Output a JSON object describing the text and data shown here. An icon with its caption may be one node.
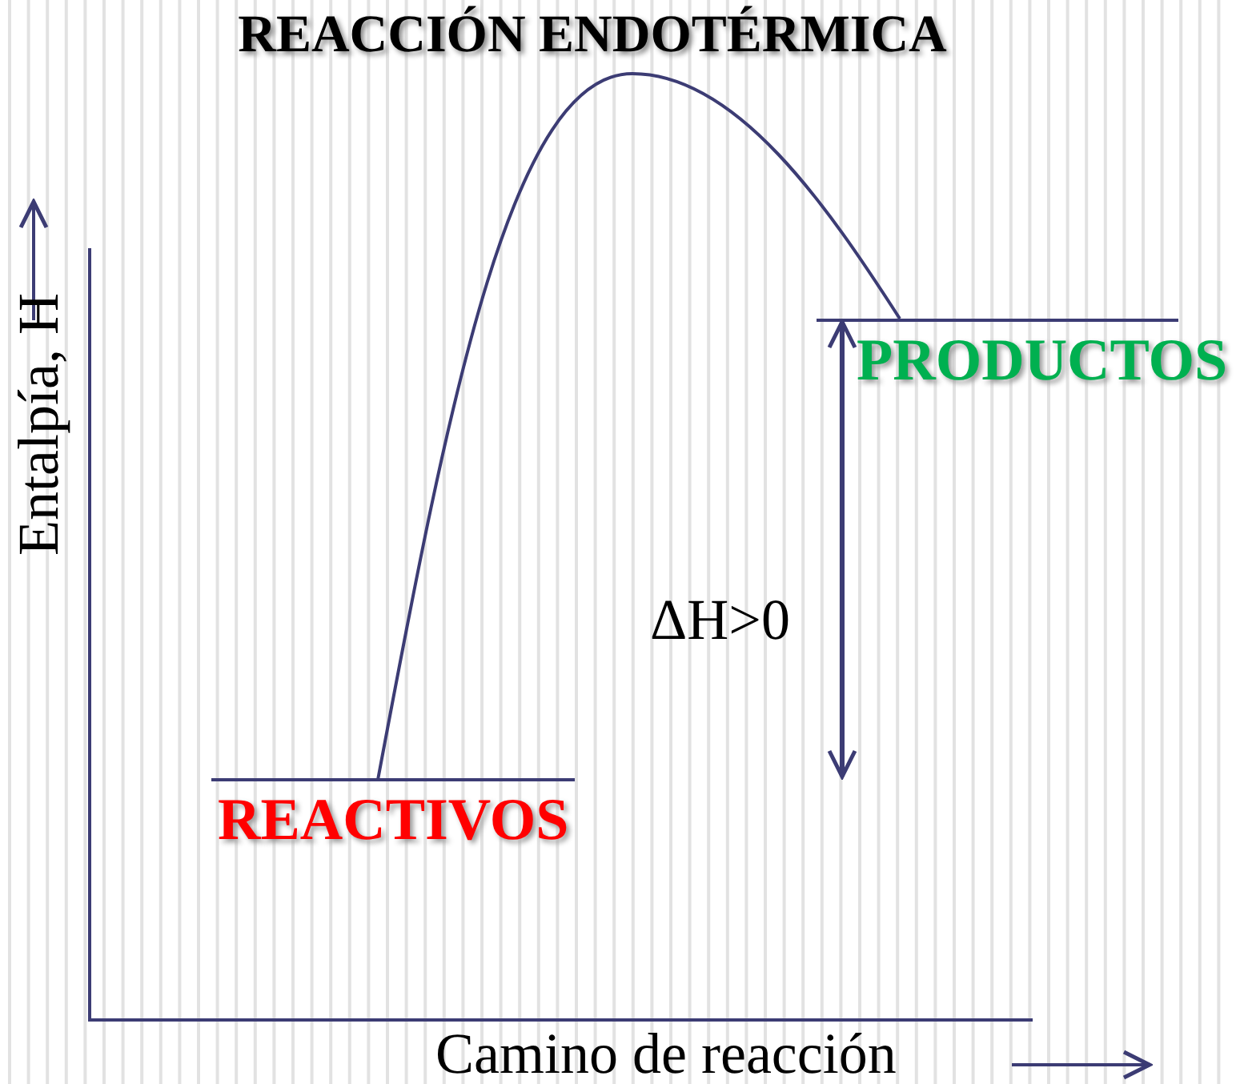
{
  "diagram": {
    "title": "REACCIÓN ENDOTÉRMICA",
    "nodes": [
      {
        "text": [
          "REACTIVOS"
        ]
      },
      {
        "text": [
          "PRODUCTOS"
        ]
      }
    ],
    "edges": [
      {
        "from": 0,
        "to": 1,
        "arrow": "none"
      }
    ],
    "labels": [
      "ΔH>0",
      "Entalpía, H",
      "Camino de reacción"
    ]
  }
}
